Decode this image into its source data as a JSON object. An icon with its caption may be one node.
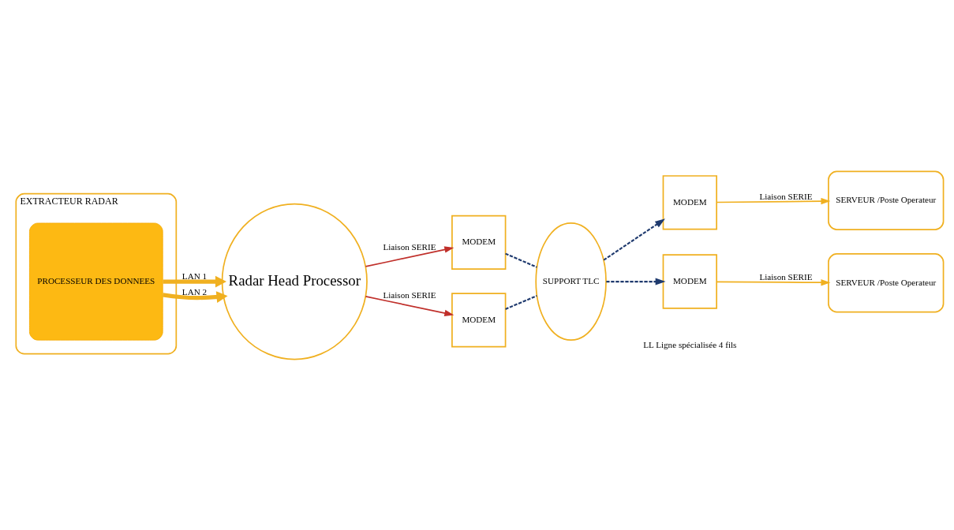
{
  "diagram": {
    "nodes": [
      {
        "text": [
          "EXTRACTEUR RADAR"
        ]
      },
      {
        "text": [
          "PROCESSEUR DES DONNEES"
        ],
        "in": 0
      },
      {
        "text": [
          "Radar Head Processor"
        ]
      },
      {
        "text": [
          "MODEM"
        ]
      },
      {
        "text": [
          "MODEM"
        ]
      },
      {
        "text": [
          "SUPPORT TLC"
        ]
      },
      {
        "text": [
          "MODEM"
        ]
      },
      {
        "text": [
          "MODEM"
        ]
      },
      {
        "text": [
          "SERVEUR /Poste Operateur"
        ]
      },
      {
        "text": [
          "SERVEUR /Poste Operateur"
        ]
      }
    ],
    "edges": [
      {
        "from": 1,
        "to": 2,
        "arrow": "to",
        "label": "LAN 1",
        "style": "thick",
        "color": "#f0b020"
      },
      {
        "from": 1,
        "to": 2,
        "arrow": "to",
        "label": "LAN 2",
        "style": "thick",
        "color": "#f0b020"
      },
      {
        "from": 2,
        "to": 3,
        "arrow": "to",
        "label": "Liaison SERIE",
        "color": "#c0302b"
      },
      {
        "from": 2,
        "to": 4,
        "arrow": "to",
        "label": "Liaison SERIE",
        "color": "#c0302b"
      },
      {
        "from": 3,
        "to": 5,
        "arrow": "none",
        "style": "dashed",
        "color": "#1f3a6e"
      },
      {
        "from": 4,
        "to": 5,
        "arrow": "none",
        "style": "dashed",
        "color": "#1f3a6e"
      },
      {
        "from": 5,
        "to": 6,
        "arrow": "to",
        "style": "dashed",
        "color": "#1f3a6e"
      },
      {
        "from": 5,
        "to": 7,
        "arrow": "to",
        "style": "dashed",
        "color": "#1f3a6e"
      },
      {
        "from": 6,
        "to": 8,
        "arrow": "to",
        "label": "Liaison SERIE",
        "color": "#f0b020"
      },
      {
        "from": 7,
        "to": 9,
        "arrow": "to",
        "label": "Liaison SERIE",
        "color": "#f0b020"
      }
    ],
    "labels": [
      "LL Ligne spécialisée 4 fils"
    ]
  }
}
